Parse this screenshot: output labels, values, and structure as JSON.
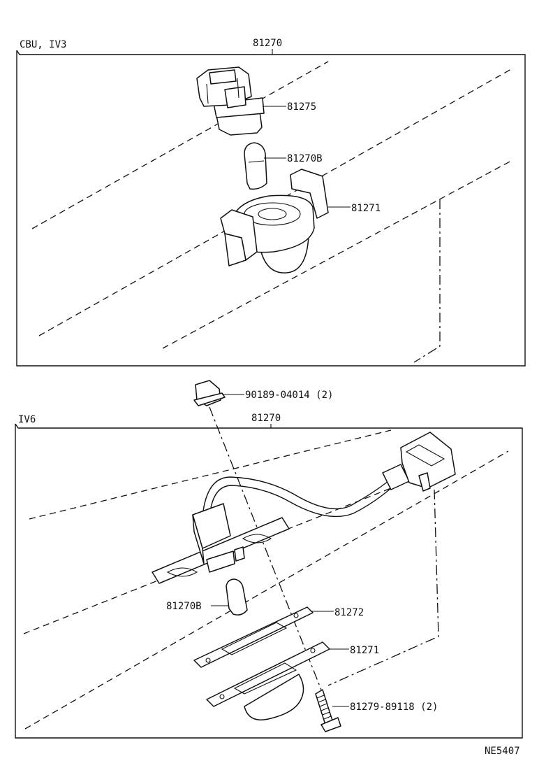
{
  "top_panel": {
    "variant_label": "CBU, IV3",
    "assembly_number": "81270",
    "callouts": {
      "socket": "81275",
      "bulb": "81270B",
      "lens": "81271"
    }
  },
  "bottom_panel": {
    "variant_label": "IV6",
    "assembly_number": "81270",
    "callouts": {
      "clip": "90189-04014 (2)",
      "bulb": "81270B",
      "gasket": "81272",
      "lens": "81271",
      "screw": "81279-89118 (2)"
    }
  },
  "figure_code": "NE5407"
}
